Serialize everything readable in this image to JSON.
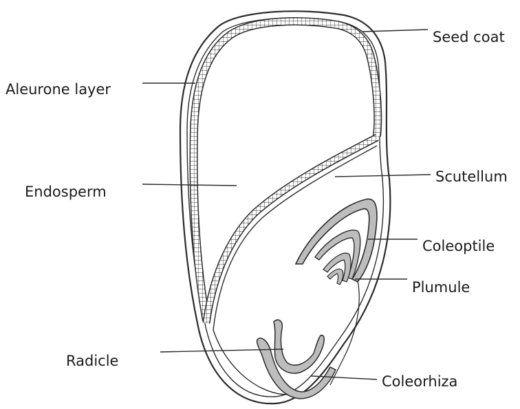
{
  "labels": {
    "seed_coat": "Seed coat",
    "aleurone_layer": "Aleurone layer",
    "scutellum": "Scutellum",
    "endosperm": "Endosperm",
    "coleoptile": "Coleoptile",
    "plumule": "Plumule",
    "radicle": "Radicle",
    "coleorhiza": "Coleorhiza"
  },
  "colors": {
    "line": "#2a2a2a",
    "embryo_fill": "#bdbdbd",
    "background": "#ffffff"
  }
}
